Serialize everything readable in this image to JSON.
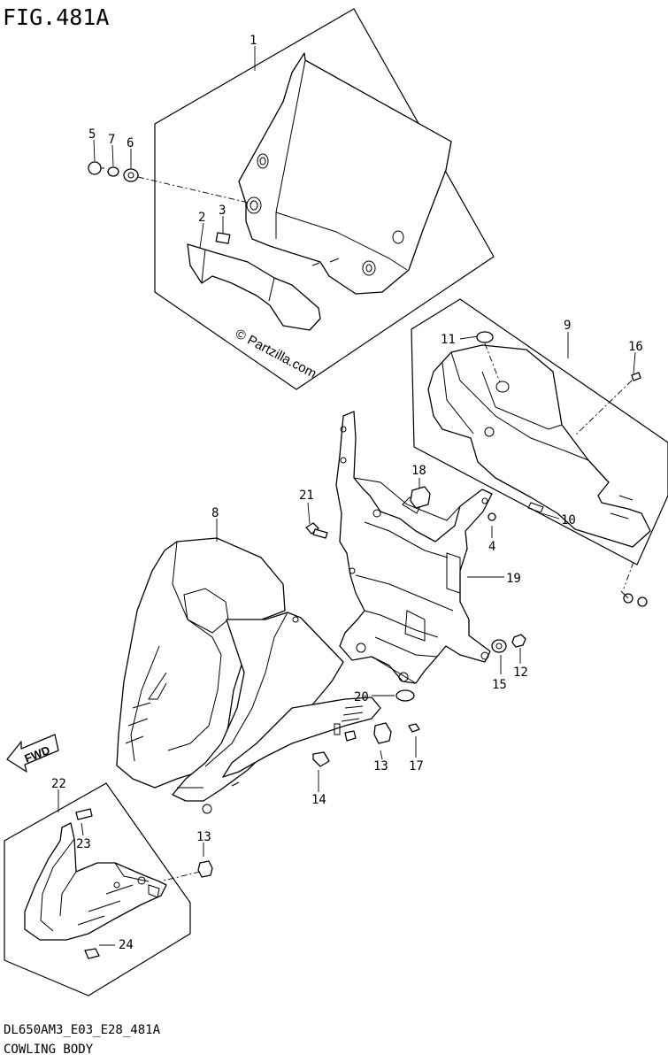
{
  "figure": {
    "title": "FIG.481A",
    "model_code": "DL650AM3_E03_E28_481A",
    "caption": "COWLING BODY",
    "watermark": "© Partzilla.com",
    "fwd_label": "FWD"
  },
  "callouts": [
    {
      "num": "1"
    },
    {
      "num": "2"
    },
    {
      "num": "3"
    },
    {
      "num": "4"
    },
    {
      "num": "5"
    },
    {
      "num": "6"
    },
    {
      "num": "7"
    },
    {
      "num": "8"
    },
    {
      "num": "9"
    },
    {
      "num": "10"
    },
    {
      "num": "11"
    },
    {
      "num": "12"
    },
    {
      "num": "13"
    },
    {
      "num": "13"
    },
    {
      "num": "14"
    },
    {
      "num": "15"
    },
    {
      "num": "16"
    },
    {
      "num": "17"
    },
    {
      "num": "18"
    },
    {
      "num": "19"
    },
    {
      "num": "20"
    },
    {
      "num": "21"
    },
    {
      "num": "22"
    },
    {
      "num": "23"
    },
    {
      "num": "24"
    }
  ]
}
